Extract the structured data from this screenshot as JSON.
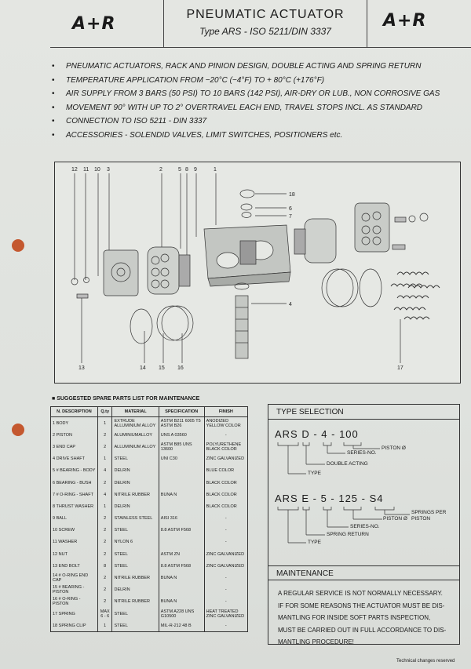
{
  "header": {
    "logo_text": "A+R",
    "title": "PNEUMATIC ACTUATOR",
    "subtitle": "Type ARS - ISO 5211/DIN 3337"
  },
  "features": [
    "PNEUMATIC ACTUATORS, RACK AND PINION DESIGN, DOUBLE ACTING AND SPRING RETURN",
    "TEMPERATURE APPLICATION FROM −20°C (−4°F) TO + 80°C (+176°F)",
    "AIR SUPPLY FROM 3 BARS (50 PSI) TO 10 BARS (142 PSI), AIR-DRY OR LUB., NON CORROSIVE GAS",
    "MOVEMENT 90° WITH UP TO 2° OVERTRAVEL EACH END, TRAVEL STOPS INCL. AS STANDARD",
    "CONNECTION TO ISO 5211 - DIN 3337",
    "ACCESSORIES - SOLENDID VALVES, LIMIT SWITCHES, POSITIONERS etc."
  ],
  "drawing": {
    "callouts_top": [
      "12",
      "11",
      "10",
      "3",
      "2",
      "5",
      "8",
      "9",
      "1"
    ],
    "callouts_right": [
      "18",
      "6",
      "7",
      "4"
    ],
    "callouts_bottom": [
      "13",
      "14",
      "15",
      "16",
      "17"
    ]
  },
  "spares": {
    "title": "SUGGESTED SPARE PARTS LIST FOR MAINTENANCE",
    "columns": [
      "N. DESCRIPTION",
      "Q.ty",
      "MATERIAL",
      "SPECIFICATION",
      "FINISH"
    ],
    "rows": [
      [
        "1 BODY",
        "1",
        "EXTRUDE ALLUMINIUM ALLOY",
        "ASTM B211 6005 T5 ASTM B26",
        "ANODIZED YELLOW COLOR"
      ],
      [
        "2 PISTON",
        "2",
        "ALUMINIUMALLOY",
        "UNS A 03560",
        "-"
      ],
      [
        "3 END CAP",
        "2",
        "ALLUMINIUM ALLOY",
        "ASTM B85 UNS 13600",
        "POLYURETHENE BLACK COLOR"
      ],
      [
        "4 DRIVE SHAFT",
        "1",
        "STEEL",
        "UNI C30",
        "ZINC GALVANIZED"
      ],
      [
        "5 # BEARING - BODY",
        "4",
        "DELRIN",
        "",
        "BLUE COLOR"
      ],
      [
        "6 BEARING - BUSH",
        "2",
        "DELRIN",
        "",
        "BLACK COLOR"
      ],
      [
        "7 # O-RING - SHAFT",
        "4",
        "NITRILE RUBBER",
        "BUNA N",
        "BLACK COLOR"
      ],
      [
        "8 THRUST WASHER",
        "1",
        "DELRIN",
        "",
        "BLACK COLOR"
      ],
      [
        "9 BALL",
        "2",
        "STAINLESS STEEL",
        "AISI 316",
        "-"
      ],
      [
        "10 SCREW",
        "2",
        "STEEL",
        "8.8 ASTM F568",
        "-"
      ],
      [
        "11 WASHER",
        "2",
        "NYLON 6",
        "",
        "-"
      ],
      [
        "12 NUT",
        "2",
        "STEEL",
        "ASTM ZN",
        "ZINC GALVANIZED"
      ],
      [
        "13 END BOLT",
        "8",
        "STEEL",
        "8.8 ASTM F568",
        "ZINC GALVANIZED"
      ],
      [
        "14 # O-RING END CAP",
        "2",
        "NITRILE RUBBER",
        "BUNA N",
        "-"
      ],
      [
        "15 # BEARING - PISTON",
        "2",
        "DELRIN",
        "",
        "-"
      ],
      [
        "16 # O-RING - PISTON",
        "2",
        "NITRILE RUBBER",
        "BUNA N",
        "-"
      ],
      [
        "17 SPRING",
        "MAX 6 - 6",
        "STEEL",
        "ASTM A228 UNS G10500",
        "HEAT TREATED ZINC GALVANIZED"
      ],
      [
        "18 SPRING CLIP",
        "1",
        "STEEL",
        "MIL-R-212 48 B",
        "-"
      ]
    ]
  },
  "type_selection": {
    "title": "TYPE SELECTION",
    "code1": "ARS D - 4 - 100",
    "code1_labels": [
      "PISTON Ø",
      "SERIES-NO.",
      "DOUBLE ACTING",
      "TYPE"
    ],
    "code2": "ARS E - 5 - 125 - S4",
    "code2_labels": [
      "SPRINGS PER PISTON",
      "PISTON Ø",
      "SERIES-NO.",
      "SPRING RETURN",
      "TYPE"
    ]
  },
  "maintenance": {
    "title": "MAINTENANCE",
    "lines": [
      "A REGULAR SERVICE IS NOT NORMALLY NECESSARY.",
      "IF FOR SOME REASONS THE ACTUATOR MUST BE DIS-",
      "MANTLING FOR INSIDE SOFT PARTS INSPECTION,",
      "MUST BE CARRIED OUT IN FULL ACCORDANCE TO DIS-",
      "MANTLING PROCEDURE!"
    ]
  },
  "footer": "Technical changes reserved",
  "colors": {
    "paper": "#e2e4e0",
    "ink": "#1a1a1a",
    "punch_hole": "#c4582f"
  }
}
